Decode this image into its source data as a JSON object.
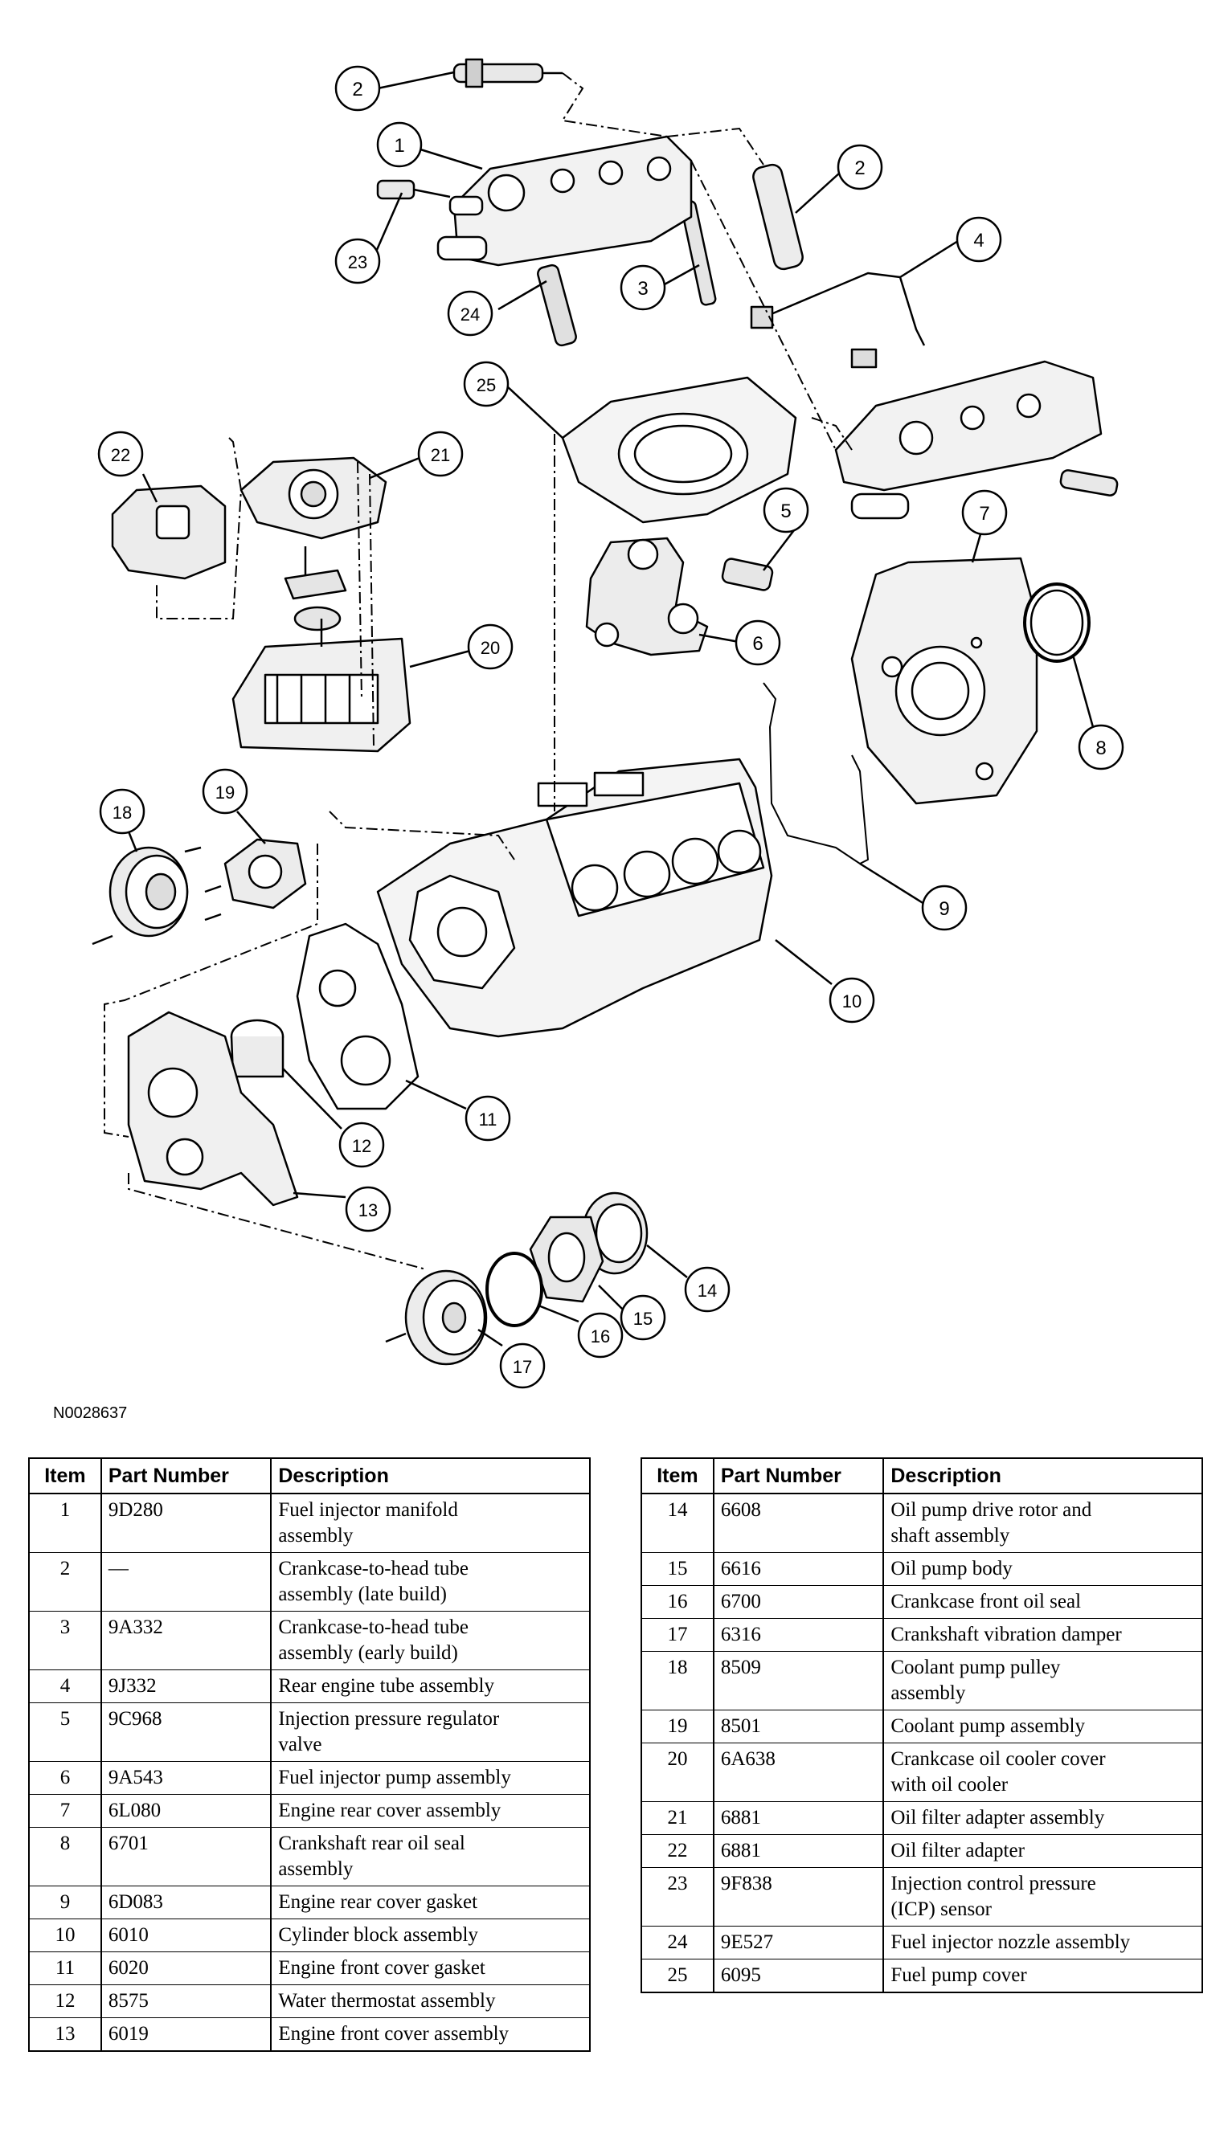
{
  "figure_id": "N0028637",
  "callouts": [
    "1",
    "2",
    "2",
    "3",
    "4",
    "5",
    "6",
    "7",
    "8",
    "9",
    "10",
    "11",
    "12",
    "13",
    "14",
    "15",
    "16",
    "17",
    "18",
    "19",
    "20",
    "21",
    "22",
    "23",
    "24",
    "25"
  ],
  "table_headers": {
    "item": "Item",
    "part_number": "Part Number",
    "description": "Description"
  },
  "parts_left": [
    {
      "item": "1",
      "part_number": "9D280",
      "description": [
        "Fuel injector manifold",
        "assembly"
      ]
    },
    {
      "item": "2",
      "part_number": "—",
      "description": [
        "Crankcase-to-head tube",
        "assembly (late build)"
      ]
    },
    {
      "item": "3",
      "part_number": "9A332",
      "description": [
        "Crankcase-to-head tube",
        "assembly (early build)"
      ]
    },
    {
      "item": "4",
      "part_number": "9J332",
      "description": [
        "Rear engine tube assembly"
      ]
    },
    {
      "item": "5",
      "part_number": "9C968",
      "description": [
        "Injection pressure regulator",
        "valve"
      ]
    },
    {
      "item": "6",
      "part_number": "9A543",
      "description": [
        "Fuel injector pump assembly"
      ]
    },
    {
      "item": "7",
      "part_number": "6L080",
      "description": [
        "Engine rear cover assembly"
      ]
    },
    {
      "item": "8",
      "part_number": "6701",
      "description": [
        "Crankshaft rear oil seal",
        "assembly"
      ]
    },
    {
      "item": "9",
      "part_number": "6D083",
      "description": [
        "Engine rear cover gasket"
      ]
    },
    {
      "item": "10",
      "part_number": "6010",
      "description": [
        "Cylinder block assembly"
      ]
    },
    {
      "item": "11",
      "part_number": "6020",
      "description": [
        "Engine front cover gasket"
      ]
    },
    {
      "item": "12",
      "part_number": "8575",
      "description": [
        "Water thermostat assembly"
      ]
    },
    {
      "item": "13",
      "part_number": "6019",
      "description": [
        "Engine front cover assembly"
      ]
    }
  ],
  "parts_right": [
    {
      "item": "14",
      "part_number": "6608",
      "description": [
        "Oil pump drive rotor and",
        "shaft assembly"
      ]
    },
    {
      "item": "15",
      "part_number": "6616",
      "description": [
        "Oil pump body"
      ]
    },
    {
      "item": "16",
      "part_number": "6700",
      "description": [
        "Crankcase front oil seal"
      ]
    },
    {
      "item": "17",
      "part_number": "6316",
      "description": [
        "Crankshaft vibration damper"
      ]
    },
    {
      "item": "18",
      "part_number": "8509",
      "description": [
        "Coolant pump pulley",
        "assembly"
      ]
    },
    {
      "item": "19",
      "part_number": "8501",
      "description": [
        "Coolant pump assembly"
      ]
    },
    {
      "item": "20",
      "part_number": "6A638",
      "description": [
        "Crankcase oil cooler cover",
        "with oil cooler"
      ]
    },
    {
      "item": "21",
      "part_number": "6881",
      "description": [
        "Oil filter adapter assembly"
      ]
    },
    {
      "item": "22",
      "part_number": "6881",
      "description": [
        "Oil filter adapter"
      ]
    },
    {
      "item": "23",
      "part_number": "9F838",
      "description": [
        "Injection control pressure",
        "(ICP) sensor"
      ]
    },
    {
      "item": "24",
      "part_number": "9E527",
      "description": [
        "Fuel injector nozzle assembly"
      ]
    },
    {
      "item": "25",
      "part_number": "6095",
      "description": [
        "Fuel pump cover"
      ]
    }
  ]
}
